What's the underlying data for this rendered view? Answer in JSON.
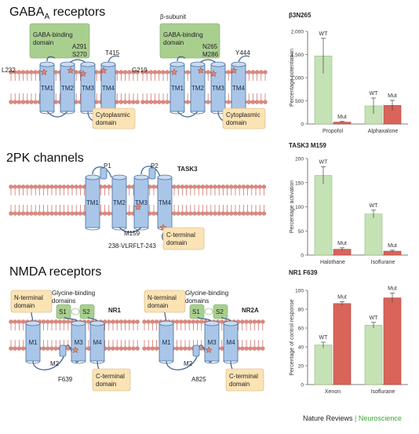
{
  "sections": {
    "gaba_title_main": "GABA",
    "gaba_title_sub": "A",
    "gaba_title_rest": " receptors",
    "twopk_title": "2PK channels",
    "nmda_title": "NMDA receptors"
  },
  "gaba": {
    "left": {
      "domain_label": [
        "GABA-binding",
        "domain"
      ],
      "helices": [
        "TM1",
        "TM2",
        "TM3",
        "TM4"
      ],
      "residues": [
        "L232",
        "A291",
        "S270",
        "T415"
      ],
      "cyto_label": [
        "Cytoplasmic",
        "domain"
      ]
    },
    "right": {
      "subunit_label": "β-subunit",
      "domain_label": [
        "GABA-binding",
        "domain"
      ],
      "helices": [
        "TM1",
        "TM2",
        "TM3",
        "TM4"
      ],
      "residues": [
        "G219",
        "N265",
        "M286",
        "Y444"
      ],
      "cyto_label": [
        "Cytoplasmic",
        "domain"
      ]
    }
  },
  "twopk": {
    "name": "TASK3",
    "helices": [
      "TM1",
      "TM2",
      "TM3",
      "TM4"
    ],
    "pore_labels": [
      "P1",
      "P2"
    ],
    "residue": "M159",
    "motif": "238-VLRFLT-243",
    "cterm_label": [
      "C-terminal",
      "domain"
    ]
  },
  "nmda": {
    "left": {
      "name": "NR1",
      "nterm_label": [
        "N-terminal",
        "domain"
      ],
      "glycine_label": [
        "Glycine-binding",
        "domains"
      ],
      "s_labels": [
        "S1",
        "S2"
      ],
      "helices": [
        "M1",
        "M2",
        "M3",
        "M4"
      ],
      "residue": "F639",
      "cterm_label": [
        "C-terminal",
        "domain"
      ]
    },
    "right": {
      "name": "NR2A",
      "nterm_label": [
        "N-terminal",
        "domain"
      ],
      "glycine_label": [
        "Glycine-binding",
        "domains"
      ],
      "s_labels": [
        "S1",
        "S2"
      ],
      "helices": [
        "M1",
        "M2",
        "M3",
        "M4"
      ],
      "residue": "A825",
      "cterm_label": [
        "C-terminal",
        "domain"
      ]
    }
  },
  "colors": {
    "helix": "#a9c6e8",
    "helix_stroke": "#4a6f9c",
    "lipid_head": "#d98a80",
    "lipid_tail": "#c9655d",
    "green_box": "#a9cf8f",
    "orange_box": "#fbe3b4",
    "bar_green": "#c5e2b5",
    "bar_red": "#d9645a",
    "accent_green": "#3aa935"
  },
  "chart_data": [
    {
      "type": "bar",
      "title": "β3N265",
      "ylabel": "Percentage potentiation",
      "ylim": [
        0,
        2000
      ],
      "yticks": [
        "0",
        "500",
        "1,000",
        "1,500",
        "2,000"
      ],
      "categories": [
        "Propofol",
        "Alphaxalone"
      ],
      "series": [
        {
          "name": "WT",
          "values": [
            1470,
            390
          ],
          "errors": [
            380,
            170
          ]
        },
        {
          "name": "Mut",
          "values": [
            40,
            400
          ],
          "errors": [
            15,
            110
          ]
        }
      ],
      "bar_labels": [
        [
          "WT",
          "Mut"
        ],
        [
          "WT",
          "Mut"
        ]
      ]
    },
    {
      "type": "bar",
      "title": "TASK3 M159",
      "ylabel": "Percentage activation",
      "ylim": [
        0,
        200
      ],
      "yticks": [
        "0",
        "50",
        "100",
        "150",
        "200"
      ],
      "categories": [
        "Halothane",
        "Isoflurane"
      ],
      "series": [
        {
          "name": "WT",
          "values": [
            165,
            85
          ],
          "errors": [
            18,
            8
          ]
        },
        {
          "name": "Mut",
          "values": [
            12,
            8
          ],
          "errors": [
            3,
            2
          ]
        }
      ],
      "bar_labels": [
        [
          "WT",
          "Mut"
        ],
        [
          "WT",
          "Mut"
        ]
      ]
    },
    {
      "type": "bar",
      "title": "NR1 F639",
      "ylabel": "Percentage of control response",
      "ylim": [
        0,
        100
      ],
      "yticks": [
        "0",
        "20",
        "40",
        "60",
        "80",
        "100"
      ],
      "categories": [
        "Xenon",
        "Isoflurane"
      ],
      "series": [
        {
          "name": "WT",
          "values": [
            42,
            63
          ],
          "errors": [
            3,
            3
          ]
        },
        {
          "name": "Mut",
          "values": [
            86,
            92
          ],
          "errors": [
            2,
            5
          ]
        }
      ],
      "bar_labels": [
        [
          "WT",
          "Mut"
        ],
        [
          "WT",
          "Mut"
        ]
      ]
    }
  ],
  "credit": {
    "journal": "Nature Reviews",
    "sep": "|",
    "field": "Neuroscience"
  }
}
